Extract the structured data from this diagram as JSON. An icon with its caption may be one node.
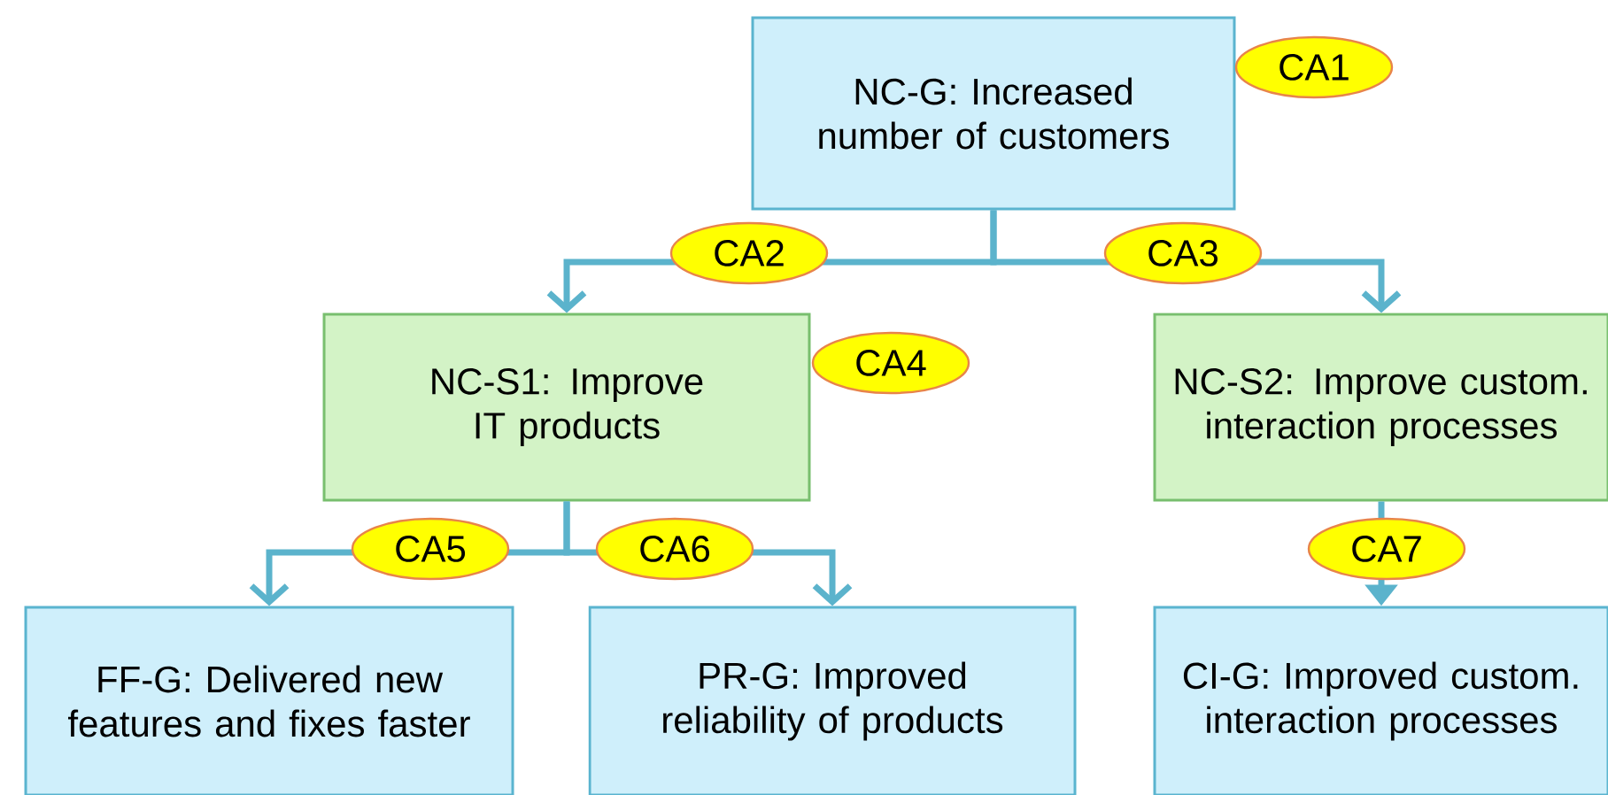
{
  "diagram": {
    "nodes": [
      {
        "text": [
          "NC-G: Increased number of customers"
        ],
        "beside": [
          "CA1"
        ]
      },
      {
        "text": [
          "NC-S1: Improve IT products"
        ],
        "beside": [
          "CA4"
        ]
      },
      {
        "text": [
          "NC-S2: Improve custom. interaction processes"
        ]
      },
      {
        "text": [
          "FF-G: Delivered new features and fixes faster"
        ]
      },
      {
        "text": [
          "PR-G: Improved reliability of products"
        ]
      },
      {
        "text": [
          "CI-G: Improved custom. interaction processes"
        ]
      }
    ],
    "edges": [
      {
        "from": 0,
        "to": 1,
        "arrow": "to",
        "label": "CA2"
      },
      {
        "from": 0,
        "to": 2,
        "arrow": "to",
        "label": "CA3"
      },
      {
        "from": 1,
        "to": 3,
        "arrow": "to",
        "label": "CA5"
      },
      {
        "from": 1,
        "to": 4,
        "arrow": "to",
        "label": "CA6"
      },
      {
        "from": 2,
        "to": 5,
        "arrow": "to",
        "label": "CA7"
      }
    ]
  }
}
